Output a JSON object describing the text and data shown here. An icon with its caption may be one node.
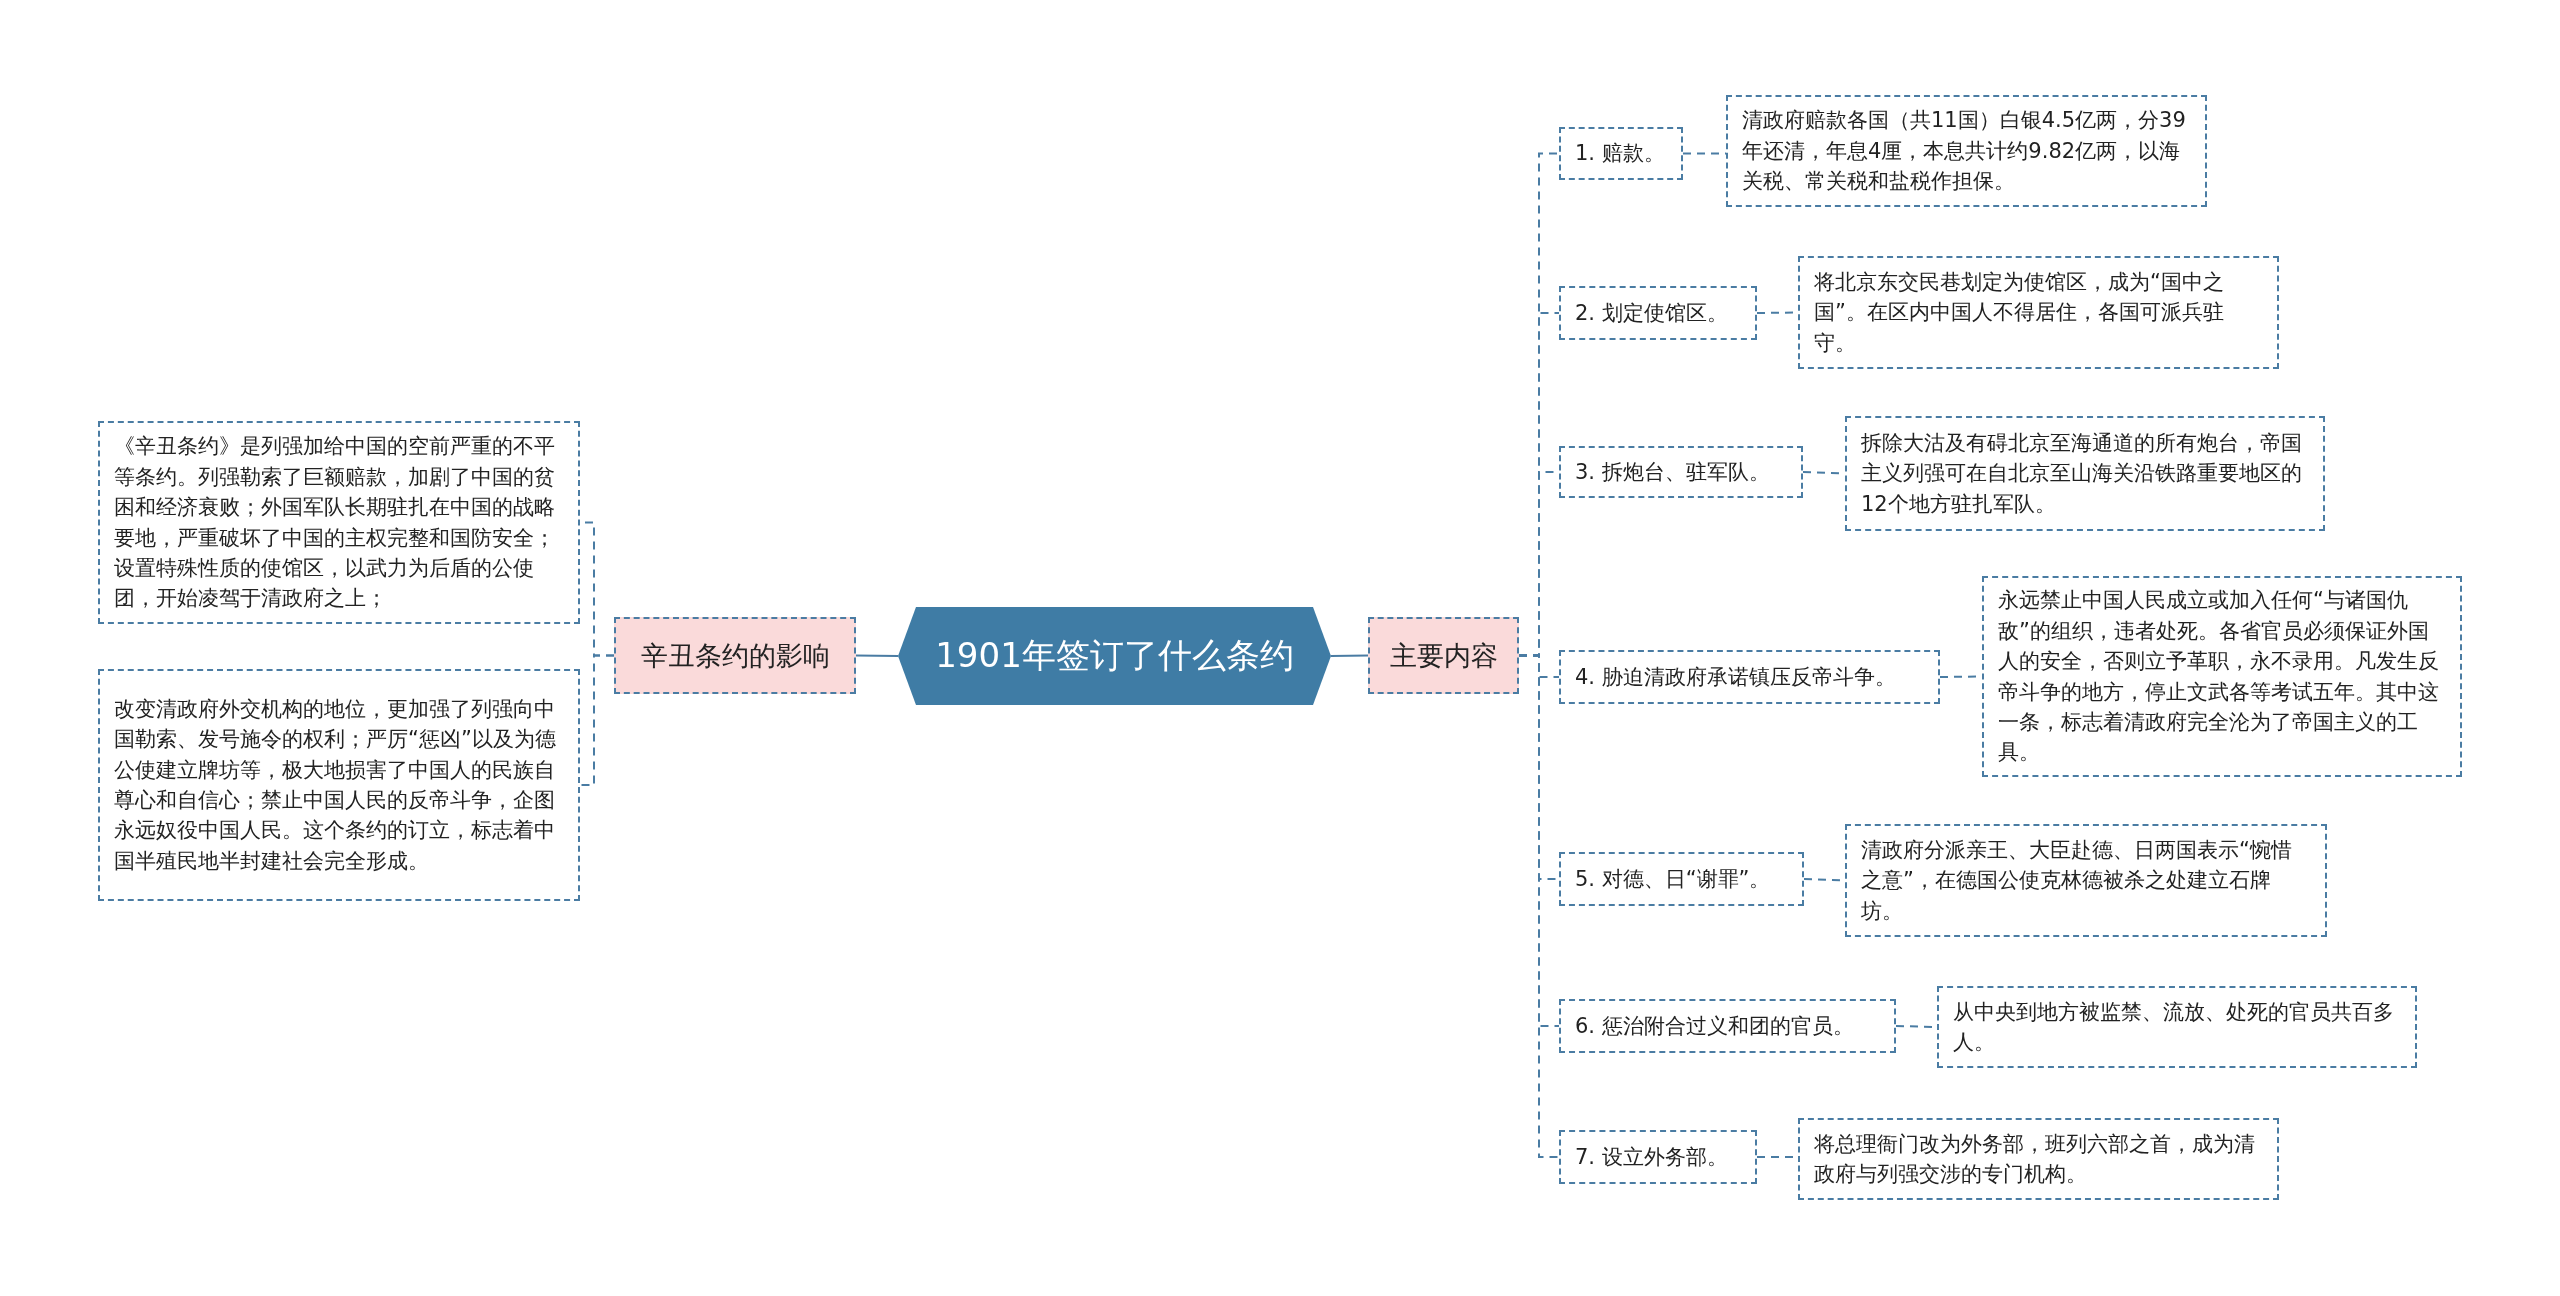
{
  "diagram": {
    "nodes": [
      {
        "text": [
          "1901年签订了什么条约"
        ]
      },
      {
        "text": [
          "主要内容"
        ]
      },
      {
        "text": [
          "辛丑条约的影响"
        ]
      },
      {
        "text": [
          "《辛丑条约》是列强加给中国的空前严重的不平等条约。列强勒索了巨额赔款，加剧了中国的贫困和经济衰败；外国军队长期驻扎在中国的战略要地，严重破坏了中国的主权完整和国防安全；设置特殊性质的使馆区，以武力为后盾的公使团，开始凌驾于清政府之上；"
        ]
      },
      {
        "text": [
          "改变清政府外交机构的地位，更加强了列强向中国勒索、发号施令的权利；严厉“惩凶”以及为德公使建立牌坊等，极大地损害了中国人的民族自尊心和自信心；禁止中国人民的反帝斗争，企图永远奴役中国人民。这个条约的订立，标志着中国半殖民地半封建社会完全形成。"
        ]
      },
      {
        "text": [
          "1.  赔款。"
        ]
      },
      {
        "text": [
          "清政府赔款各国（共11国）白银4.5亿两，分39年还清，年息4厘，本息共计约9.82亿两，以海关税、常关税和盐税作担保。"
        ]
      },
      {
        "text": [
          "2.  划定使馆区。"
        ]
      },
      {
        "text": [
          "将北京东交民巷划定为使馆区，成为“国中之国”。在区内中国人不得居住，各国可派兵驻守。"
        ]
      },
      {
        "text": [
          "3.  拆炮台、驻军队。"
        ]
      },
      {
        "text": [
          "拆除大沽及有碍北京至海通道的所有炮台，帝国主义列强可在自北京至山海关沿铁路重要地区的12个地方驻扎军队。"
        ]
      },
      {
        "text": [
          "4.  胁迫清政府承诺镇压反帝斗争。"
        ]
      },
      {
        "text": [
          "永远禁止中国人民成立或加入任何“与诸国仇敌”的组织，违者处死。各省官员必须保证外国人的安全，否则立予革职，永不录用。凡发生反帝斗争的地方，停止文武各等考试五年。其中这一条，标志着清政府完全沦为了帝国主义的工具。"
        ]
      },
      {
        "text": [
          "5.  对德、日“谢罪”。"
        ]
      },
      {
        "text": [
          "清政府分派亲王、大臣赴德、日两国表示“惋惜之意”，在德国公使克林德被杀之处建立石牌坊。"
        ]
      },
      {
        "text": [
          "6.  惩治附合过义和团的官员。"
        ]
      },
      {
        "text": [
          "从中央到地方被监禁、流放、处死的官员共百多人。"
        ]
      },
      {
        "text": [
          "7.  设立外务部。"
        ]
      },
      {
        "text": [
          "将总理衙门改为外务部，班列六部之首，成为清政府与列强交涉的专门机构。"
        ]
      }
    ],
    "edges": [
      {
        "from": 0,
        "to": 1,
        "arrow": "none"
      },
      {
        "from": 0,
        "to": 2,
        "arrow": "none"
      },
      {
        "from": 2,
        "to": 3,
        "arrow": "none",
        "style": "dashed"
      },
      {
        "from": 2,
        "to": 4,
        "arrow": "none",
        "style": "dashed"
      },
      {
        "from": 1,
        "to": 5,
        "arrow": "none",
        "style": "dashed"
      },
      {
        "from": 1,
        "to": 7,
        "arrow": "none",
        "style": "dashed"
      },
      {
        "from": 1,
        "to": 9,
        "arrow": "none",
        "style": "dashed"
      },
      {
        "from": 1,
        "to": 11,
        "arrow": "none",
        "style": "dashed"
      },
      {
        "from": 1,
        "to": 13,
        "arrow": "none",
        "style": "dashed"
      },
      {
        "from": 1,
        "to": 15,
        "arrow": "none",
        "style": "dashed"
      },
      {
        "from": 1,
        "to": 17,
        "arrow": "none",
        "style": "dashed"
      },
      {
        "from": 5,
        "to": 6,
        "arrow": "none",
        "style": "dashed"
      },
      {
        "from": 7,
        "to": 8,
        "arrow": "none",
        "style": "dashed"
      },
      {
        "from": 9,
        "to": 10,
        "arrow": "none",
        "style": "dashed"
      },
      {
        "from": 11,
        "to": 12,
        "arrow": "none",
        "style": "dashed"
      },
      {
        "from": 13,
        "to": 14,
        "arrow": "none",
        "style": "dashed"
      },
      {
        "from": 15,
        "to": 16,
        "arrow": "none",
        "style": "dashed"
      },
      {
        "from": 17,
        "to": 18,
        "arrow": "none",
        "style": "dashed"
      }
    ]
  }
}
